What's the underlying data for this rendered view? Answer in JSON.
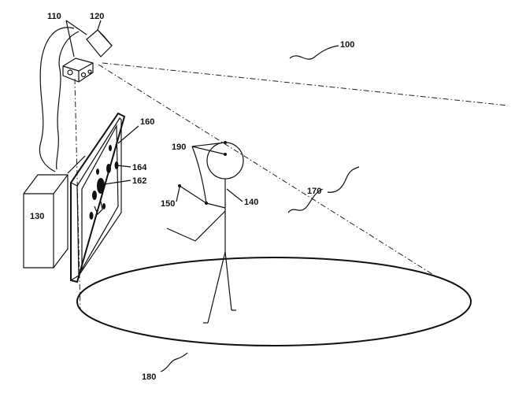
{
  "labels": {
    "system": "100",
    "camera_a": "110",
    "camera_b": "120",
    "computer": "130",
    "user": "140",
    "arm": "150",
    "display": "160",
    "image_a": "162",
    "image_b": "164",
    "field_of_view": "170",
    "floor_area": "180",
    "markers": "190"
  }
}
